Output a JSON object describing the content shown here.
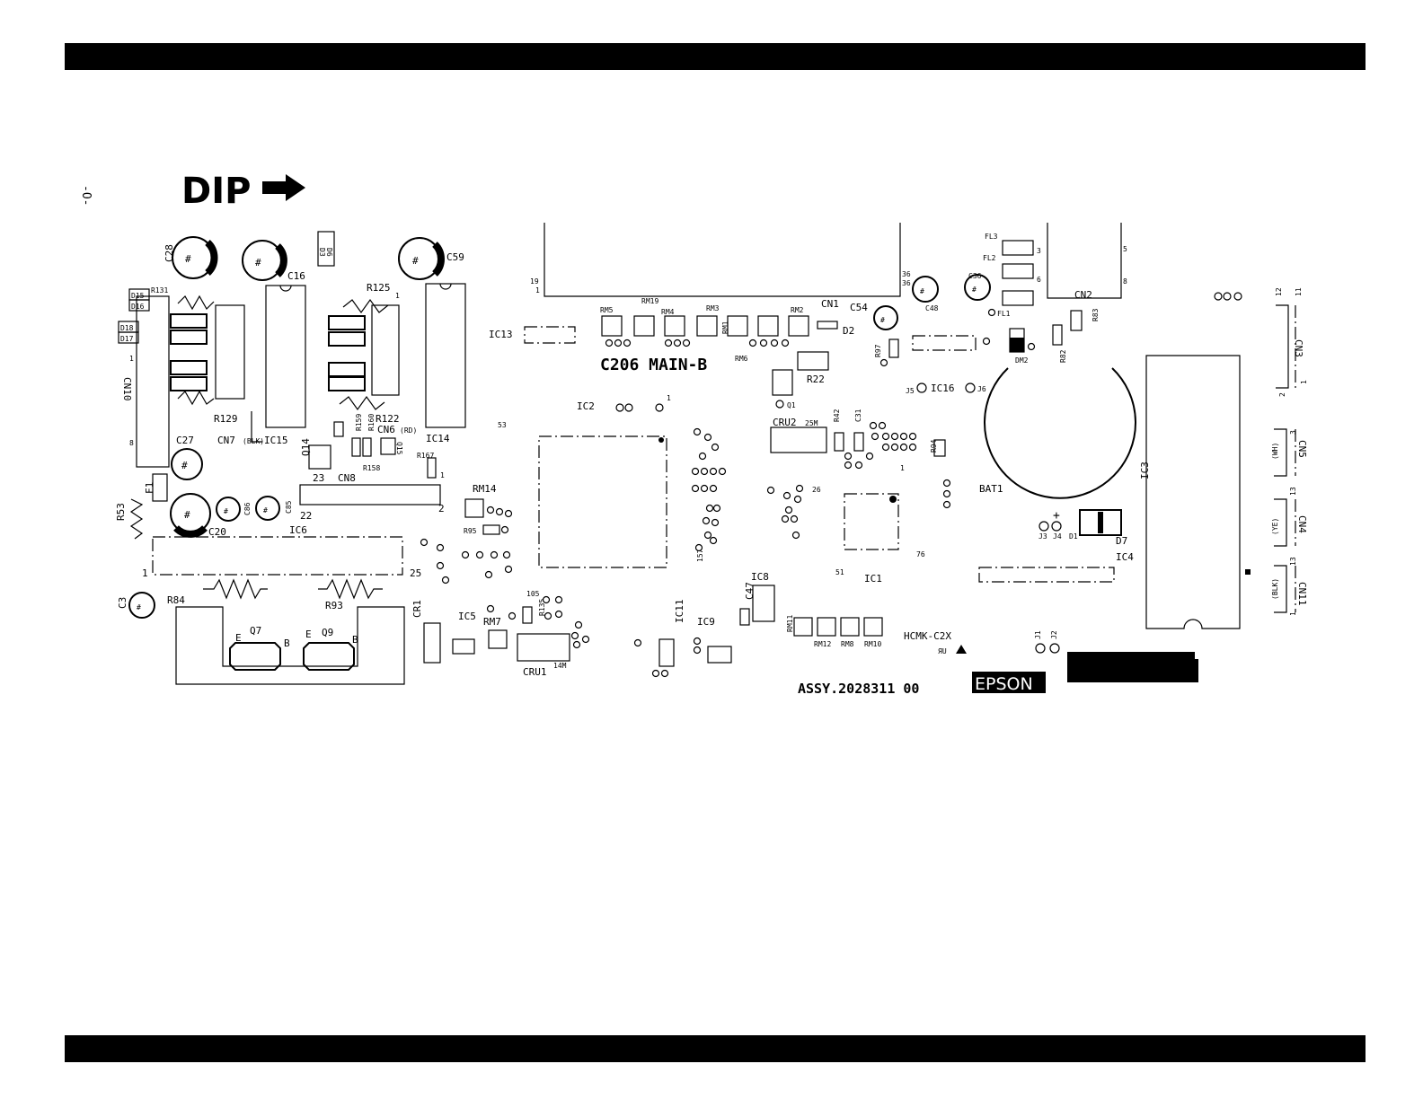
{
  "orientation_mark": "-O-",
  "dip_label": "DIP",
  "board_title": "C206 MAIN-B",
  "assy_label": "ASSY.2028311 00",
  "brand": "EPSON",
  "model_code": "HCMK-C2X",
  "components": {
    "c28": "C28",
    "c16": "C16",
    "c59": "C59",
    "c27": "C27",
    "c20": "C20",
    "c3": "C3",
    "c86": "C86",
    "c85": "C85",
    "c54": "C54",
    "c48": "C48",
    "c36": "C36",
    "c31": "C31",
    "c47": "C47",
    "cn10": "CN10",
    "cn7": "CN7",
    "cn7_note": "(BLK)",
    "cn6": "CN6",
    "cn6_note": "(RD)",
    "cn8": "CN8",
    "cn1": "CN1",
    "cn2": "CN2",
    "cn3": "CN3",
    "cn5": "CN5",
    "cn4": "CN4",
    "cn11": "CN11",
    "cn5_note": "(WH)",
    "cn4_note": "(YE)",
    "cn11_note": "(BLK)",
    "ic15": "IC15",
    "ic14": "IC14",
    "ic13": "IC13",
    "ic2": "IC2",
    "ic6": "IC6",
    "ic5": "IC5",
    "ic11": "IC11",
    "ic9": "IC9",
    "ic8": "IC8",
    "ic1": "IC1",
    "ic16": "IC16",
    "ic3": "IC3",
    "ic4": "IC4",
    "r131": "R131",
    "r125": "R125",
    "r129": "R129",
    "r122": "R122",
    "r159": "R159",
    "r160": "R160",
    "r158": "R158",
    "r167": "R167",
    "r53": "R53",
    "r84": "R84",
    "r93": "R93",
    "r95": "R95",
    "r135": "R135",
    "r22": "R22",
    "r42": "R42",
    "r94": "R94",
    "r97": "R97",
    "r82": "R82",
    "r83": "R83",
    "rm5": "RM5",
    "rm19": "RM19",
    "rm4": "RM4",
    "rm3": "RM3",
    "rm1": "RM1",
    "rm2": "RM2",
    "rm6": "RM6",
    "rm14": "RM14",
    "rm7": "RM7",
    "rm11": "RM11",
    "rm12": "RM12",
    "rm8": "RM8",
    "rm10": "RM10",
    "d15": "D15",
    "d16": "D16",
    "d18": "D18",
    "d17": "D17",
    "d2": "D2",
    "d7": "D7",
    "d1": "D1",
    "d3": "D3",
    "d6": "D6",
    "q14": "Q14",
    "q15": "Q15",
    "q7": "Q7",
    "q9": "Q9",
    "q1": "Q1",
    "f1": "F1",
    "cr1": "CR1",
    "cru1": "CRU1",
    "cru2": "CRU2",
    "cru1_freq": "14M",
    "cru2_freq": "25M",
    "fl1": "FL1",
    "fl2": "FL2",
    "fl3": "FL3",
    "dm2": "DM2",
    "bat1": "BAT1",
    "j1": "J1",
    "j2": "J2",
    "j3": "J3",
    "j4": "J4",
    "j5": "J5",
    "j6": "J6",
    "pin_e": "E",
    "pin_b": "B"
  },
  "pins": {
    "p1": "1",
    "p2": "2",
    "p3": "3",
    "p5": "5",
    "p6": "6",
    "p8": "8",
    "p11": "11",
    "p12": "12",
    "p13": "13",
    "p19": "19",
    "p22": "22",
    "p23": "23",
    "p25": "25",
    "p26": "26",
    "p36": "36",
    "p51": "51",
    "p53": "53",
    "p76": "76",
    "p105": "105",
    "p157": "157",
    "plus": "+"
  },
  "colors": {
    "ink": "#000000",
    "paper": "#ffffff"
  }
}
